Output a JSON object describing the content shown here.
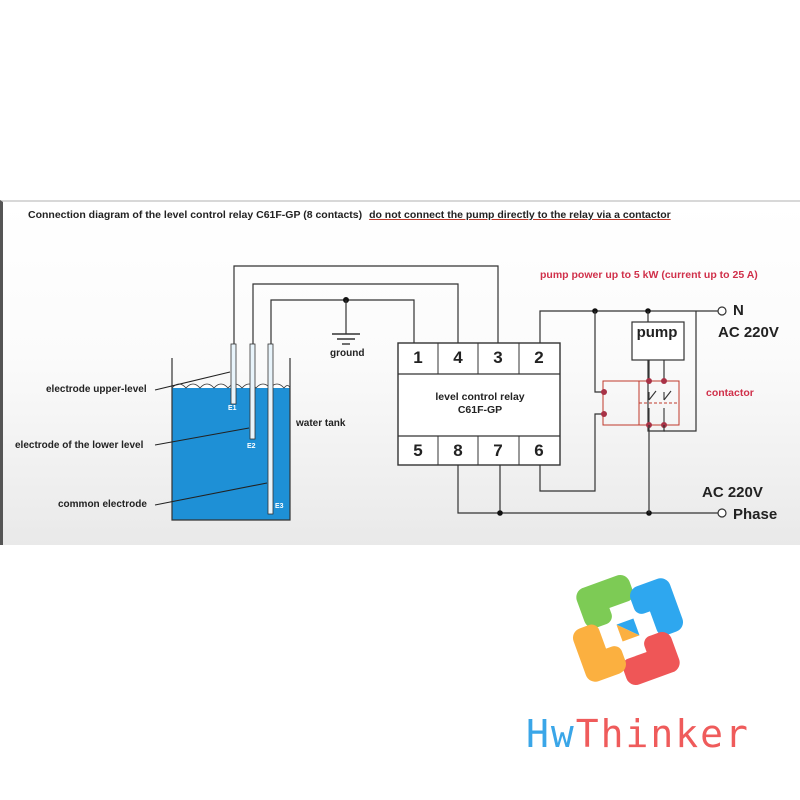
{
  "title": {
    "main": "Connection diagram of the level control relay C61F-GP (8 contacts)",
    "warning": "do not connect the pump directly to the relay via a contactor"
  },
  "notes": {
    "pump_power": "pump power up to 5 kW (current up to 25 A)"
  },
  "tank": {
    "label": "water tank",
    "electrode_upper": "electrode upper-level",
    "electrode_lower": "electrode of the lower level",
    "electrode_common": "common electrode",
    "electrode_tags": [
      "E1",
      "E2",
      "E3"
    ],
    "water_color": "#1e90d6"
  },
  "ground": {
    "label": "ground"
  },
  "relay": {
    "line1": "level control relay",
    "line2": "C61F-GP",
    "top_pins": [
      "1",
      "4",
      "3",
      "2"
    ],
    "bottom_pins": [
      "5",
      "8",
      "7",
      "6"
    ]
  },
  "pump": {
    "label": "pump"
  },
  "contactor": {
    "label": "contactor",
    "color": "#c0392b"
  },
  "power": {
    "neutral_label": "N",
    "neutral_voltage": "AC 220V",
    "phase_voltage": "AC 220V",
    "phase_label": "Phase"
  },
  "brand": {
    "part1": "Hw",
    "part2": "Thinker",
    "colors": {
      "green": "#7dcb55",
      "blue": "#2ea7ef",
      "orange": "#fbb040",
      "red": "#ef5657"
    }
  }
}
